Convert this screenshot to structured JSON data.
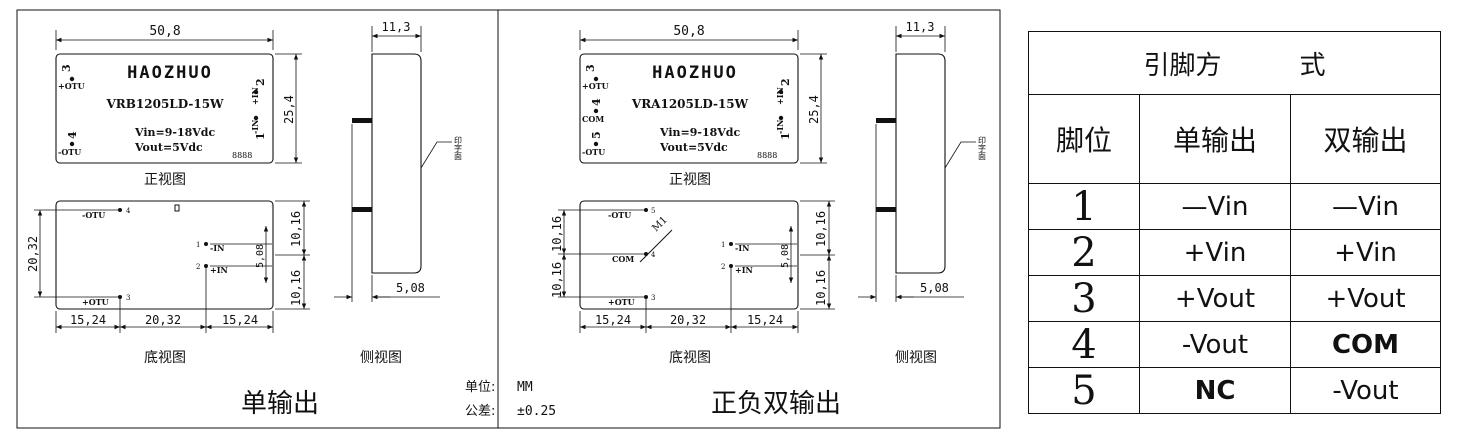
{
  "left_panel": {
    "brand": "HAOZHUO",
    "model": "VRB1205LD-15W",
    "vin": "Vin=9-18Vdc",
    "vout": "Vout=5Vdc",
    "marking": "8888",
    "pin_num": [
      "1",
      "2",
      "3",
      "4"
    ],
    "pin_lbl": {
      "p1": "-IN",
      "p2": "+IN",
      "p3": "+OTU",
      "p4": "-OTU"
    },
    "dim_width": "50,8",
    "dim_height": "25,4",
    "dim_side": "11,3",
    "dim_side_pin": "5,08",
    "dim_bottom_left": "20,32",
    "dim_bottom_h1": "10,16",
    "dim_bottom_h2": "10,16",
    "dim_pin_pitch": "5,08",
    "dim_b1": "15,24",
    "dim_b2": "20,32",
    "dim_b3": "15,24",
    "print_face": "印字面",
    "front_view": "正视图",
    "bottom_view": "底视图",
    "side_view": "侧视图",
    "caption": "单输出"
  },
  "right_panel": {
    "brand": "HAOZHUO",
    "model": "VRA1205LD-15W",
    "vin": "Vin=9-18Vdc",
    "vout": "Vout=5Vdc",
    "marking": "8888",
    "pin_num": [
      "1",
      "2",
      "3",
      "4",
      "5"
    ],
    "pin_lbl": {
      "p1": "-IN",
      "p2": "+IN",
      "p3": "+OTU",
      "p4": "COM",
      "p5": "-OTU"
    },
    "m1": "M1",
    "dim_width": "50,8",
    "dim_height": "25,4",
    "dim_side": "11,3",
    "dim_side_pin": "5,08",
    "dim_bottom_left_a": "10,16",
    "dim_bottom_left_b": "10,16",
    "dim_bottom_h1": "10,16",
    "dim_bottom_h2": "10,16",
    "dim_pin_pitch": "5,08",
    "dim_b1": "15,24",
    "dim_b2": "20,32",
    "dim_b3": "15,24",
    "print_face": "印字面",
    "front_view": "正视图",
    "bottom_view": "底视图",
    "side_view": "侧视图",
    "caption": "正负双输出"
  },
  "units": {
    "label": "单位:",
    "value": "MM"
  },
  "tolerance": {
    "label": "公差:",
    "value": "±0.25"
  },
  "pin_table": {
    "title": "引脚方　　　式",
    "headers": [
      "脚位",
      "单输出",
      "双输出"
    ],
    "rows": [
      {
        "pin": "1",
        "single": "—Vin",
        "dual": "—Vin"
      },
      {
        "pin": "2",
        "single": "+Vin",
        "dual": "+Vin"
      },
      {
        "pin": "3",
        "single": "+Vout",
        "dual": "+Vout"
      },
      {
        "pin": "4",
        "single": "-Vout",
        "dual": "COM"
      },
      {
        "pin": "5",
        "single": "NC",
        "dual": "-Vout"
      }
    ]
  }
}
